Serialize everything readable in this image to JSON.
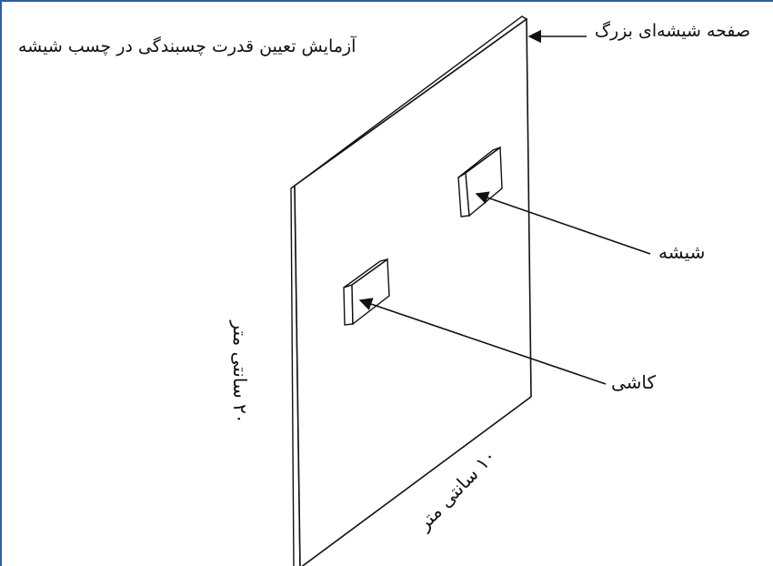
{
  "title": "آزمایش تعیین قدرت چسبندگی در چسب شیشه",
  "labels": {
    "big_glass_plate": "صفحه شیشه‌ای بزرگ",
    "glass": "شیشه",
    "tile": "کاشی",
    "height": "۲۰ سانتی متر",
    "width": "۱۰ سانتی متر"
  },
  "colors": {
    "frame": "#2e5ea8",
    "stroke": "#111111"
  }
}
